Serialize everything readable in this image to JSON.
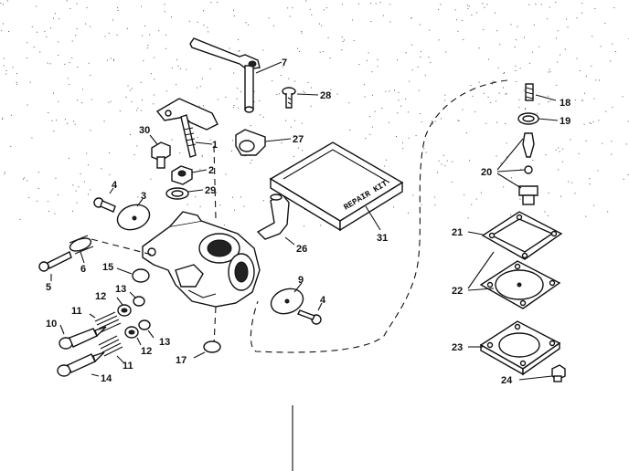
{
  "diagram": {
    "kit_label": "REPAIR KIT",
    "callouts": {
      "c1": "1",
      "c2": "2",
      "c3": "3",
      "c4a": "4",
      "c4b": "4",
      "c5": "5",
      "c6": "6",
      "c7": "7",
      "c9": "9",
      "c10": "10",
      "c11a": "11",
      "c11b": "11",
      "c12a": "12",
      "c12b": "12",
      "c13a": "13",
      "c13b": "13",
      "c14": "14",
      "c15": "15",
      "c17": "17",
      "c18": "18",
      "c19": "19",
      "c20": "20",
      "c21": "21",
      "c22": "22",
      "c23": "23",
      "c24": "24",
      "c26": "26",
      "c27": "27",
      "c28": "28",
      "c29": "29",
      "c30": "30",
      "c31": "31"
    }
  }
}
